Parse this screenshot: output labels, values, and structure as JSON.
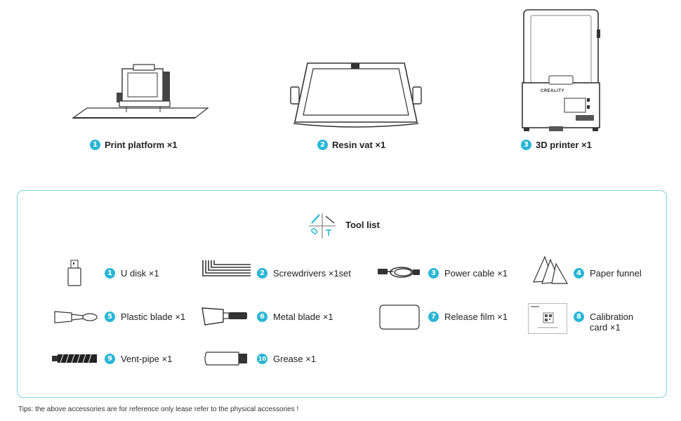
{
  "top_items": [
    {
      "num": "1",
      "label": "Print platform ×1"
    },
    {
      "num": "2",
      "label": "Resin vat ×1"
    },
    {
      "num": "3",
      "label": "3D printer ×1"
    }
  ],
  "printer_brand": "CREALITY",
  "tool_list": {
    "title": "Tool list",
    "items": [
      {
        "num": "1",
        "label": "U disk ×1"
      },
      {
        "num": "2",
        "label": "Screwdrivers ×1set"
      },
      {
        "num": "3",
        "label": "Power cable ×1"
      },
      {
        "num": "4",
        "label": "Paper funnel"
      },
      {
        "num": "5",
        "label": "Plastic blade ×1"
      },
      {
        "num": "6",
        "label": "Metal blade ×1"
      },
      {
        "num": "7",
        "label": "Release film ×1"
      },
      {
        "num": "8",
        "label": "Calibration",
        "label2": "card ×1"
      },
      {
        "num": "9",
        "label": "Vent-pipe ×1"
      },
      {
        "num": "10",
        "label": "Grease ×1"
      }
    ]
  },
  "tips": "Tips: the above accessories are for reference only lease refer to the physical accessories !",
  "colors": {
    "accent": "#29b6d5",
    "border": "#7fd0e3",
    "line": "#333333"
  }
}
